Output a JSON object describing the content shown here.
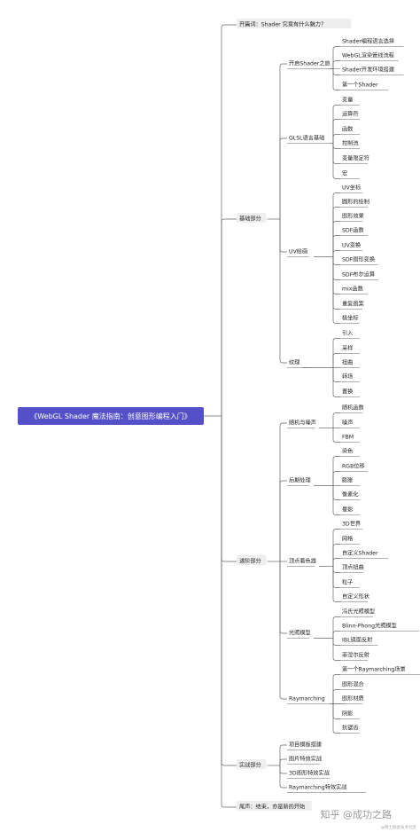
{
  "root": "《WebGL Shader 魔法指南：创意图形编程入门》",
  "colors": {
    "root_bg": "#5450c8",
    "line": "#666666",
    "pill_bg": "#eeeeee",
    "text": "#222222",
    "watermark": "#999999"
  },
  "sections": [
    {
      "label": "开篇词：Shader 究竟有什么魅力？",
      "groups": []
    },
    {
      "label": "基础部分",
      "groups": [
        {
          "label": "开启Shader之旅",
          "items": [
            "Shader编程语言选择",
            "WebGL渲染管线流程",
            "Shader开发环境搭建",
            "第一个Shader"
          ]
        },
        {
          "label": "GLSL语言基础",
          "items": [
            "变量",
            "运算符",
            "函数",
            "控制流",
            "变量限定符",
            "宏"
          ]
        },
        {
          "label": "UV绘画",
          "items": [
            "UV坐标",
            "圆形的绘制",
            "图形效果",
            "SDF函数",
            "UV变换",
            "SDF图形变换",
            "SDF布尔运算",
            "mix函数",
            "重复图案",
            "极坐标"
          ]
        },
        {
          "label": "纹理",
          "items": [
            "引入",
            "采样",
            "扭曲",
            "转场",
            "置换"
          ]
        }
      ]
    },
    {
      "label": "进阶部分",
      "groups": [
        {
          "label": "随机与噪声",
          "items": [
            "随机函数",
            "噪声",
            "FBM"
          ]
        },
        {
          "label": "后期处理",
          "items": [
            "染色",
            "RGB位移",
            "膨胀",
            "像素化",
            "晕影"
          ]
        },
        {
          "label": "顶点着色器",
          "items": [
            "3D世界",
            "网格",
            "自定义Shader",
            "顶点扭曲",
            "粒子",
            "自定义形状"
          ]
        },
        {
          "label": "光照模型",
          "items": [
            "冯氏光照模型",
            "Blinn-Phong光照模型",
            "IBL镜面反射",
            "菲涅尔反射"
          ]
        },
        {
          "label": "Raymarching",
          "items": [
            "第一个Raymarching场景",
            "图形混合",
            "图形材质",
            "阴影",
            "抗锯齿"
          ]
        }
      ]
    },
    {
      "label": "实战部分",
      "groups": [
        {
          "label": "项目模板搭建",
          "items": []
        },
        {
          "label": "图片特效实战",
          "items": []
        },
        {
          "label": "3D图形特效实战",
          "items": []
        },
        {
          "label": "Raymarching特效实战",
          "items": []
        }
      ]
    },
    {
      "label": "尾声：结束，亦是新的开始",
      "groups": []
    }
  ],
  "watermark": {
    "text": "知乎 @成功之路",
    "sub": "@稀土掘金技术社区"
  }
}
